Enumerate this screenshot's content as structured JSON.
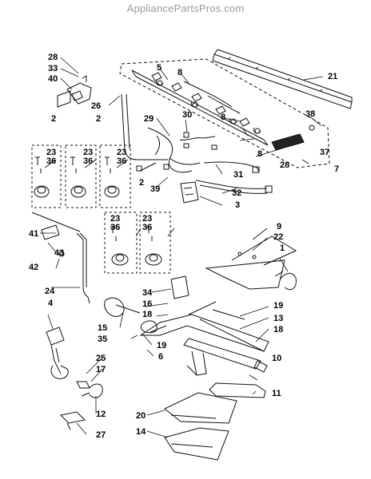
{
  "watermark": "AppliancePartsPros.com",
  "callouts": [
    "28",
    "33",
    "40",
    "5",
    "8",
    "21",
    "26",
    "30",
    "29",
    "2",
    "2",
    "23",
    "36",
    "23",
    "36",
    "23",
    "36",
    "8",
    "38",
    "8",
    "28",
    "37",
    "7",
    "39",
    "31",
    "32",
    "3",
    "2",
    "23",
    "36",
    "23",
    "36",
    "41",
    "42",
    "43",
    "9",
    "22",
    "1",
    "24",
    "34",
    "4",
    "16",
    "15",
    "18",
    "35",
    "19",
    "13",
    "18",
    "19",
    "6",
    "10",
    "25",
    "17",
    "11",
    "12",
    "20",
    "14",
    "27"
  ]
}
